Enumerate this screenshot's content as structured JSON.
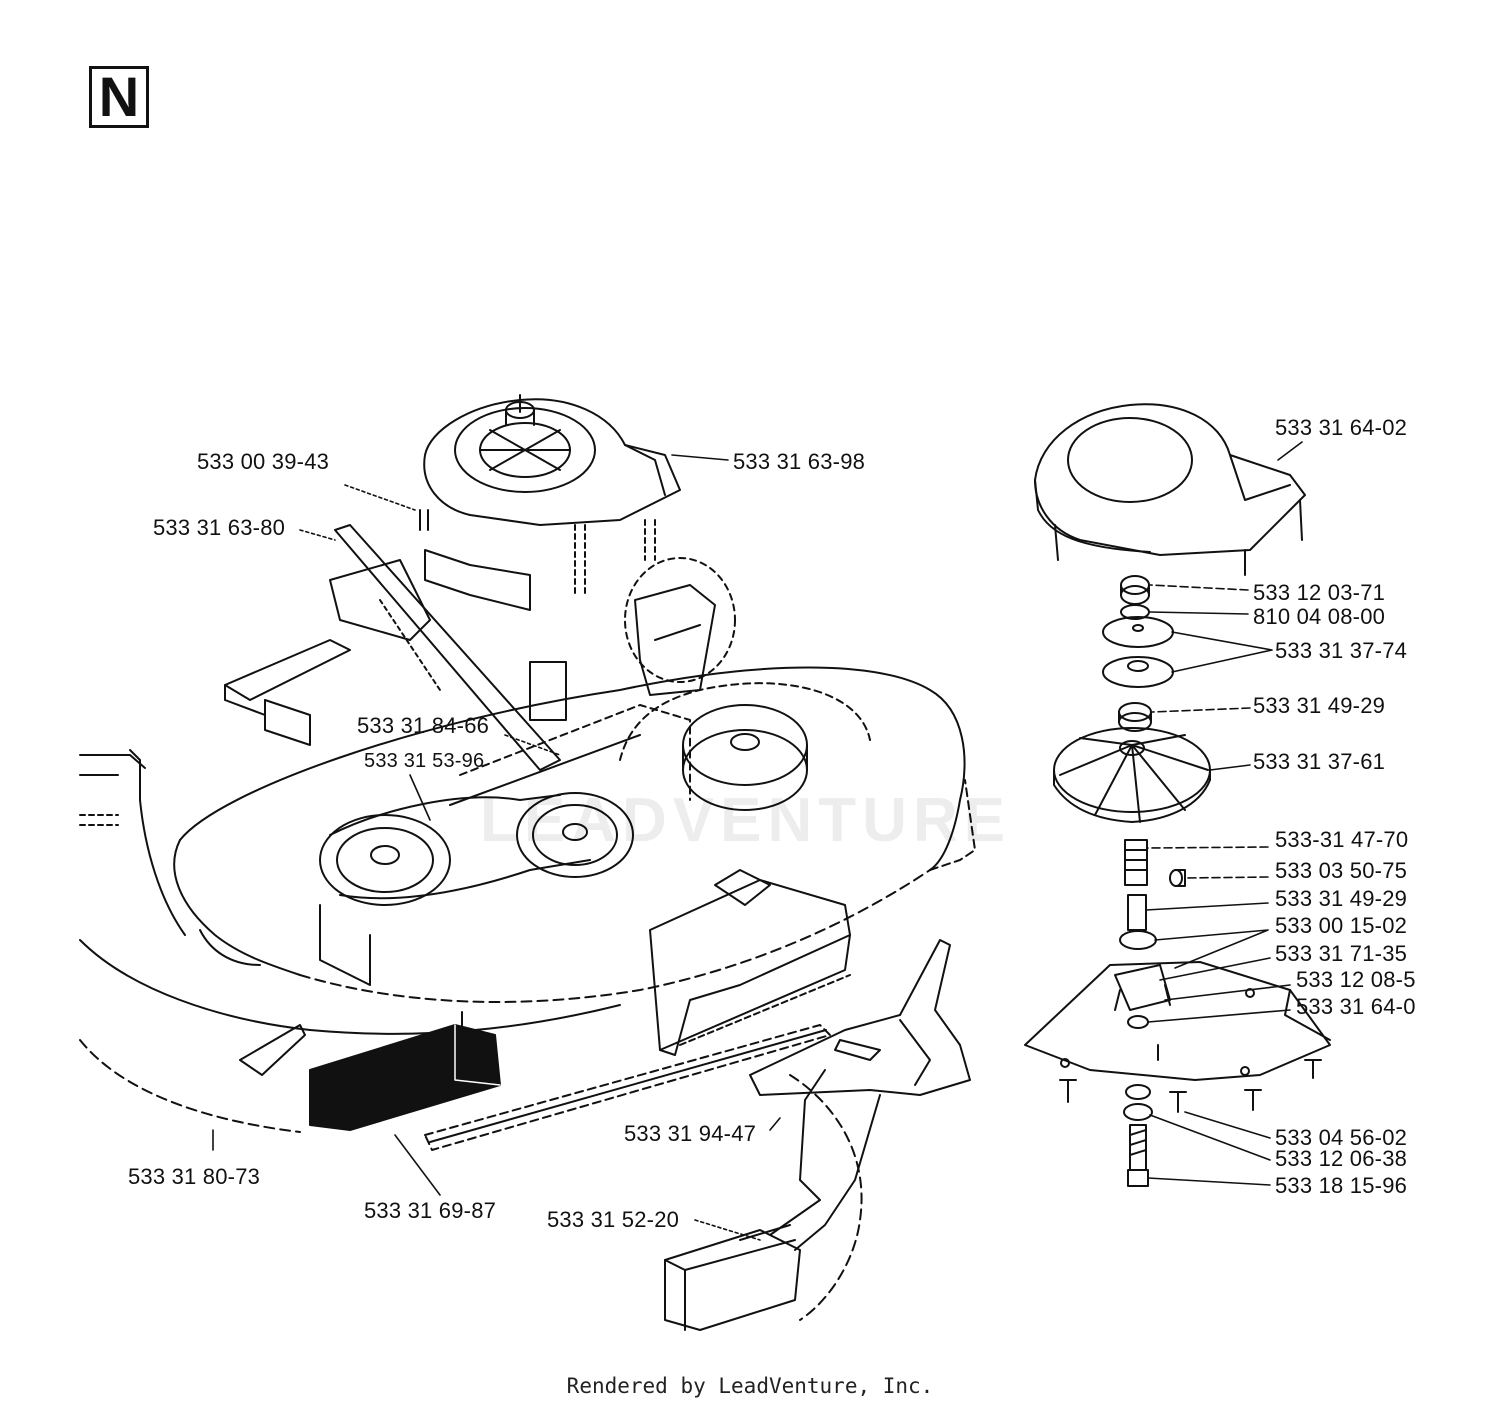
{
  "diagram": {
    "section_letter": "N",
    "watermark": "LEADVENTURE",
    "footer": "Rendered by LeadVenture, Inc.",
    "part_labels": [
      "533 00 39-43",
      "533 31 63-98",
      "533 31 63-80",
      "533 31 84-66",
      "533 31 53-96",
      "533 31 80-73",
      "533 31 69-87",
      "533 31 94-47",
      "533 31 52-20",
      "533 31 64-02",
      "533 12 03-71",
      "810 04 08-00",
      "533 31 37-74",
      "533 31 49-29",
      "533 31 37-61",
      "533-31 47-70",
      "533 03 50-75",
      "533 31 49-29",
      "533 00 15-02",
      "533 31 71-35",
      "533 12 08-5",
      "533 31 64-0",
      "533 04 56-02",
      "533 12 06-38",
      "533 18 15-96"
    ]
  }
}
